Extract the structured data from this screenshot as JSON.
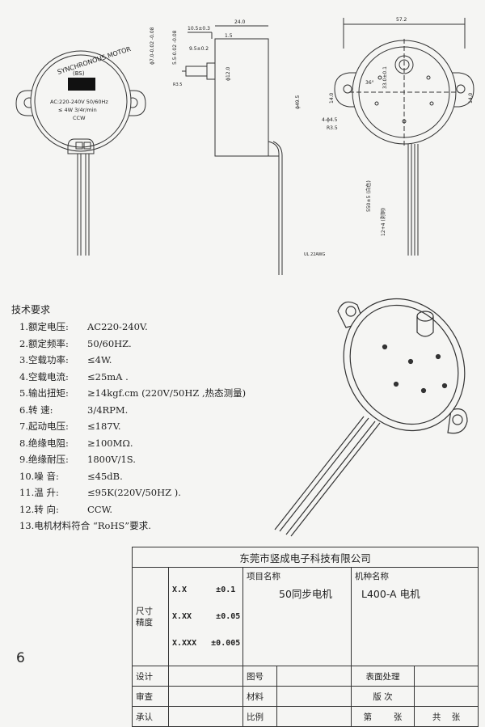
{
  "drawing": {
    "motor_label": {
      "brand": "SYNCHRONOUS MOTOR",
      "code": "(BS)",
      "spec1": "AC:220-240V 50/60Hz",
      "spec2": "≤ 4W 3/4r/min",
      "direction": "CCW"
    },
    "dims": {
      "d1": "10.5±0.3",
      "d2": "24.0",
      "d3": "1.5",
      "d4": "9.5±0.2",
      "d5": "ϕ7.0-0.02 -0.08",
      "d6": "5.5-0.02 -0.08",
      "d7": "ϕ12.0",
      "d8": "ϕ49.5",
      "d9": "R3.5",
      "d10": "57.2",
      "d11": "33.0±0.1",
      "d12": "14.0",
      "d13": "4-ϕ4.5",
      "d14": "R3.5",
      "d15": "550±5 (白色)",
      "d16": "12+4 (剥铜)",
      "d17": "UL 22AWG",
      "d18": "36°",
      "d19": "14.0"
    }
  },
  "requirements": {
    "title": "技术要求",
    "items": [
      {
        "key": "1.额定电压:",
        "value": "AC220-240V."
      },
      {
        "key": "2.额定频率:",
        "value": "50/60HZ."
      },
      {
        "key": "3.空载功率:",
        "value": "≤4W."
      },
      {
        "key": "4.空载电流:",
        "value": "≤25mA ."
      },
      {
        "key": "5.输出扭矩:",
        "value": "≥14kgf.cm (220V/50HZ ,热态测量)"
      },
      {
        "key": "6.转    速:",
        "value": "3/4RPM."
      },
      {
        "key": "7.起动电压:",
        "value": "≤187V."
      },
      {
        "key": "8.绝缘电阻:",
        "value": "≥100MΩ."
      },
      {
        "key": "9.绝缘耐压:",
        "value": "1800V/1S."
      },
      {
        "key": "10.噪    音:",
        "value": "≤45dB."
      },
      {
        "key": "11.温    升:",
        "value": "≤95K(220V/50HZ )."
      },
      {
        "key": "12.转    向:",
        "value": "CCW."
      },
      {
        "key": "13.电机材料符合 “RoHS”要求.",
        "value": ""
      }
    ]
  },
  "title_block": {
    "company": "东莞市竖成电子科技有限公司",
    "size_precision": "尺寸 精度",
    "size_label": "尺寸",
    "precision_label": "精度",
    "tol1": "X.X      ±0.1",
    "tol2": "X.XX     ±0.05",
    "tol3": "X.XXX   ±0.005",
    "project_label": "项目名称",
    "project_value": "50同步电机",
    "model_label": "机种名称",
    "model_value": "L400-A 电机",
    "design": "设计",
    "drawing_no": "图号",
    "surface": "表面处理",
    "review": "审查",
    "material": "材料",
    "version": "版  次",
    "approve": "承认",
    "scale": "比例",
    "sheet_no": "第        张",
    "sheet_total": "共    张"
  },
  "page_number": "6"
}
